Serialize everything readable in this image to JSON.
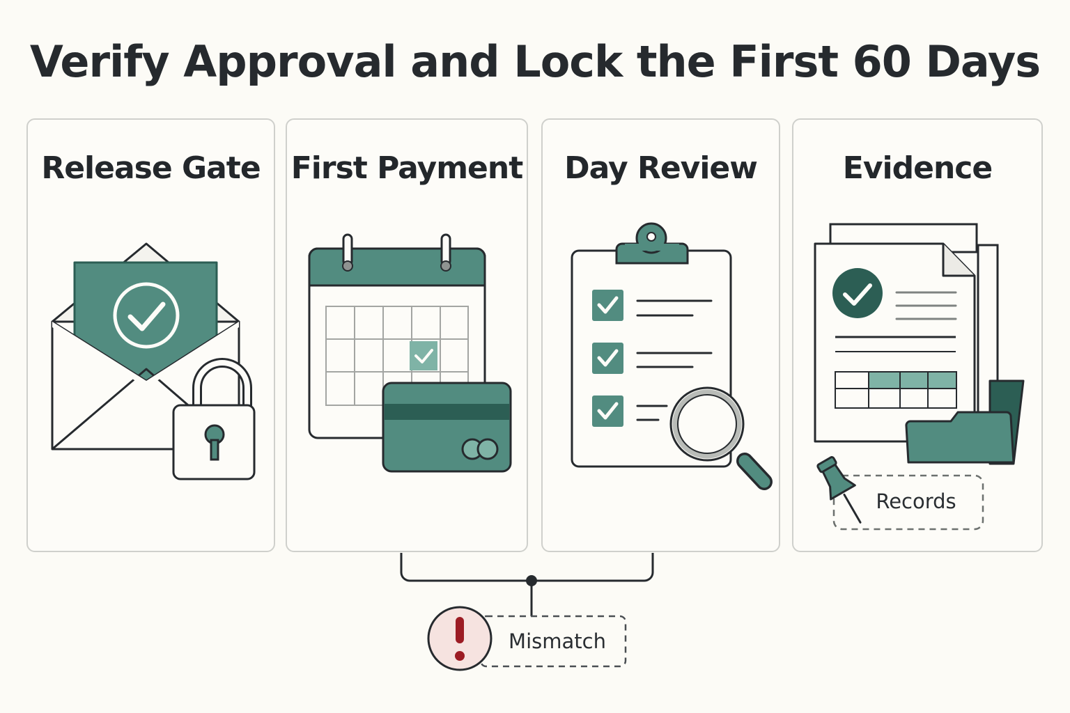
{
  "title": "Verify Approval and Lock the First 60 Days",
  "panels": [
    {
      "heading": "Release Gate",
      "icon": "envelope-check-lock-icon"
    },
    {
      "heading": "First Payment",
      "icon": "calendar-card-icon"
    },
    {
      "heading": "Day Review",
      "icon": "clipboard-magnifier-icon"
    },
    {
      "heading": "Evidence",
      "icon": "document-folder-pin-icon"
    }
  ],
  "evidence_tag": "Records",
  "mismatch_tag": "Mismatch",
  "colors": {
    "accent": "#528c80",
    "accent_dark": "#2c5e54",
    "accent_light": "#7fb3a6",
    "ink": "#262a2e",
    "panel_border": "#cfd0cc",
    "alert_fill": "#f6e3e0",
    "alert_mark": "#9c1c24",
    "background": "#fcfbf6"
  }
}
